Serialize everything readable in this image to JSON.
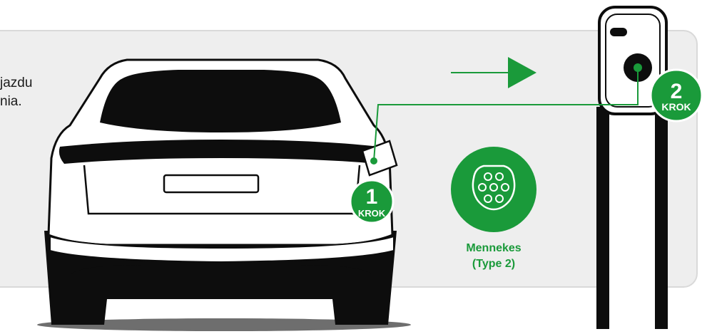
{
  "intro_text": "jazdu\nnia.",
  "steps": [
    {
      "number": "1",
      "label": "KROK"
    },
    {
      "number": "2",
      "label": "KROK"
    }
  ],
  "connector": {
    "name_line1": "Mennekes",
    "name_line2": "(Type 2)",
    "icon": "type2-socket-icon"
  },
  "colors": {
    "accent": "#1a9a3a",
    "dark": "#0d0d0d",
    "panel": "#eeeeee"
  }
}
